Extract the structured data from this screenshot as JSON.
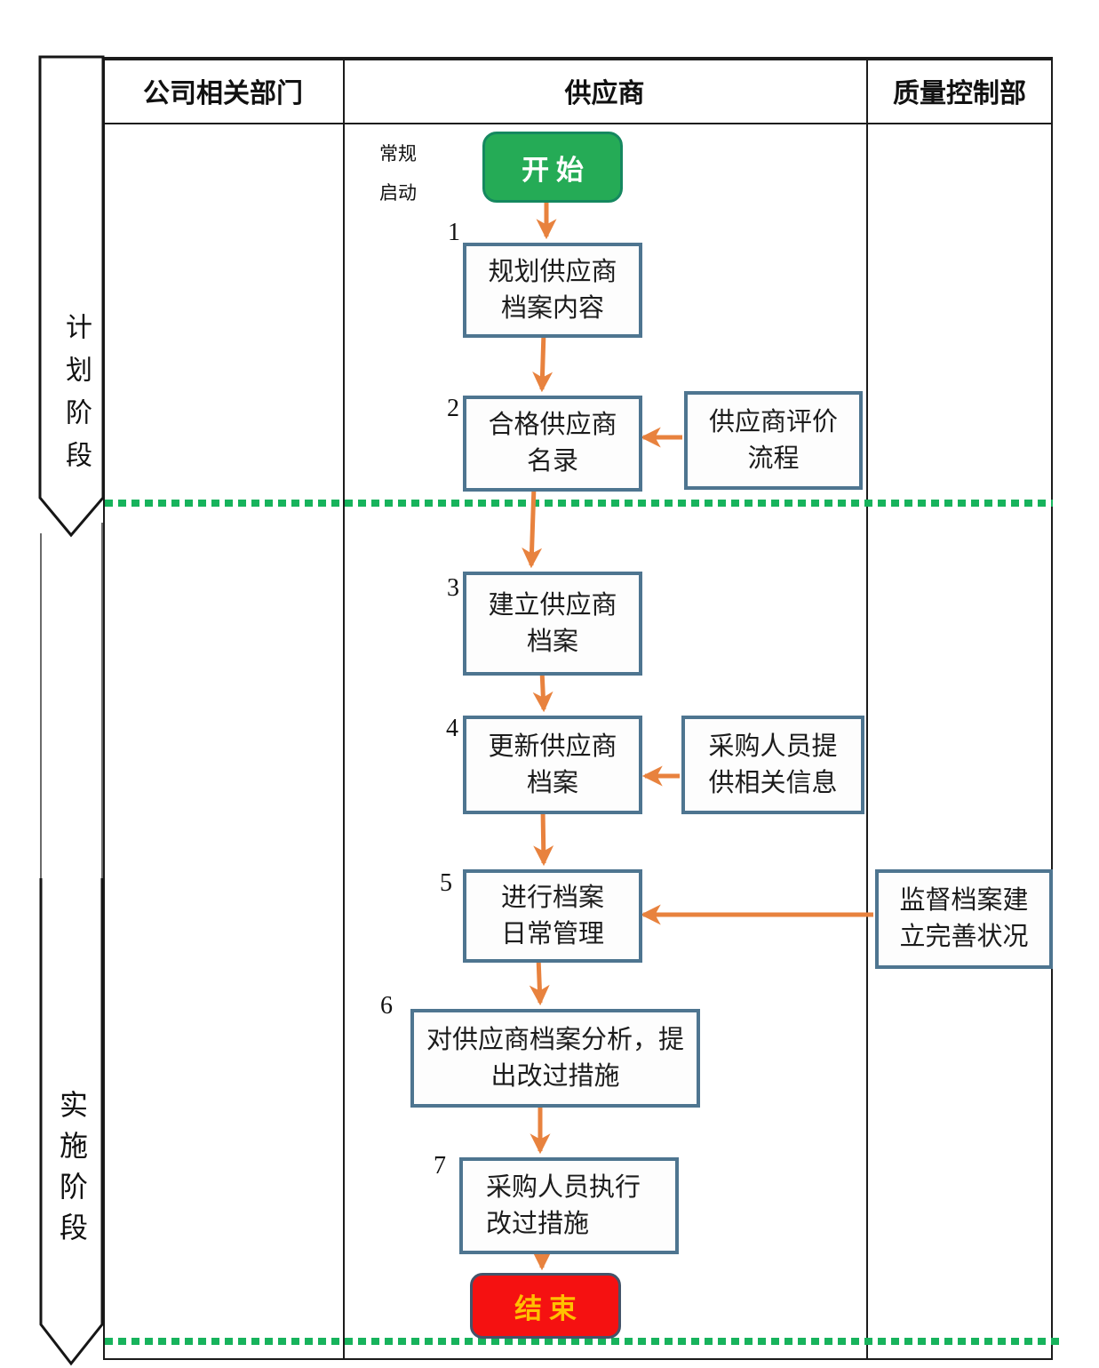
{
  "header": {
    "columns": [
      {
        "label": "公司相关部门"
      },
      {
        "label": "供应商"
      },
      {
        "label": "质量控制部"
      }
    ]
  },
  "phases": [
    {
      "label": "计划阶段"
    },
    {
      "label": "实施阶段"
    }
  ],
  "flow": {
    "start_note_line1": "常规",
    "start_note_line2": "启动",
    "start_label": "开 始",
    "end_label": "结 束",
    "steps": [
      {
        "num": "1",
        "line1": "规划供应商",
        "line2": "档案内容"
      },
      {
        "num": "2",
        "line1": "合格供应商",
        "line2": "名录"
      },
      {
        "num": "3",
        "line1": "建立供应商",
        "line2": "档案"
      },
      {
        "num": "4",
        "line1": "更新供应商",
        "line2": "档案"
      },
      {
        "num": "5",
        "line1": "进行档案",
        "line2": "日常管理"
      },
      {
        "num": "6",
        "line1": "对供应商档案分析，提",
        "line2": "出改过措施"
      },
      {
        "num": "7",
        "line1": "采购人员执行",
        "line2": "改过措施"
      }
    ],
    "annotations": [
      {
        "line1": "供应商评价",
        "line2": "流程"
      },
      {
        "line1": "采购人员提",
        "line2": "供相关信息"
      },
      {
        "line1": "监督档案建",
        "line2": "立完善状况"
      }
    ]
  },
  "colors": {
    "arrow": "#e8823e",
    "process_border": "#4e7590",
    "start_fill": "#25ab56",
    "start_border": "#15885f",
    "start_text": "#ffffff",
    "end_fill": "#f51111",
    "end_border": "#44546a",
    "end_text": "#ffc000",
    "phase_divider": "#17b35c",
    "grid": "#1b1b1b"
  }
}
